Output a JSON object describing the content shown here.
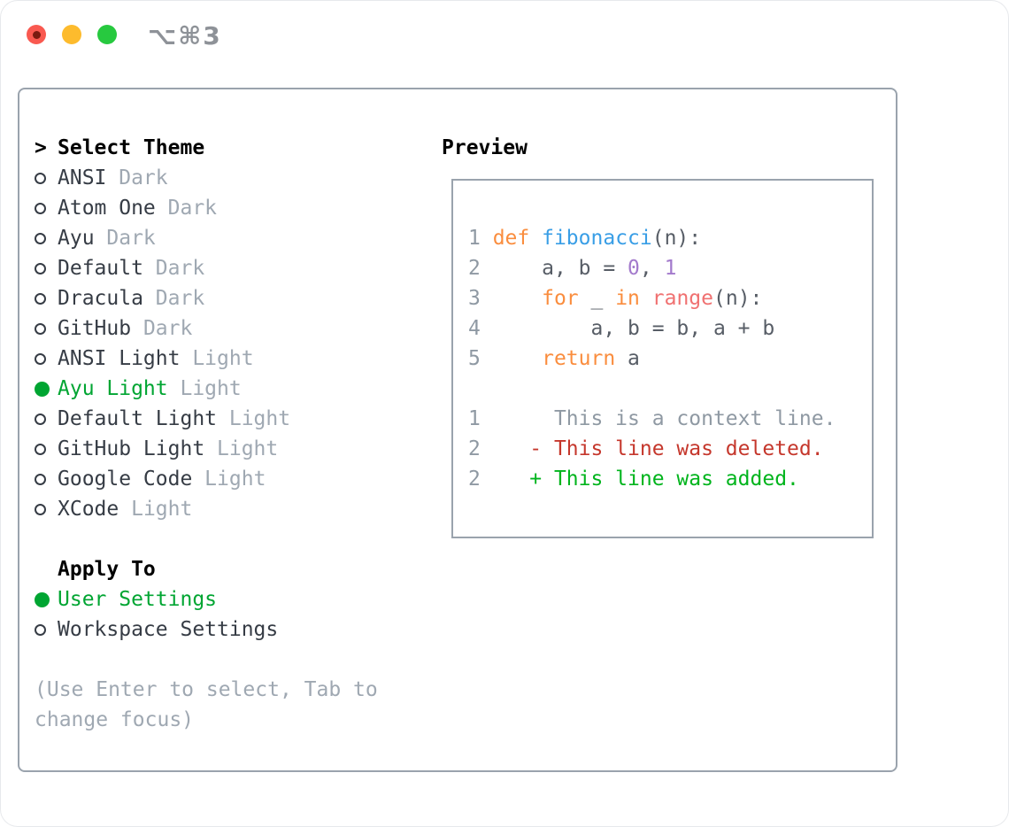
{
  "titlebar": {
    "title": "⌥⌘3",
    "buttons": [
      "close",
      "minimize",
      "zoom"
    ]
  },
  "theme_section": {
    "marker": ">",
    "header": "Select Theme",
    "items": [
      {
        "label": "ANSI",
        "variant": "Dark",
        "selected": false
      },
      {
        "label": "Atom One",
        "variant": "Dark",
        "selected": false
      },
      {
        "label": "Ayu",
        "variant": "Dark",
        "selected": false
      },
      {
        "label": "Default",
        "variant": "Dark",
        "selected": false
      },
      {
        "label": "Dracula",
        "variant": "Dark",
        "selected": false
      },
      {
        "label": "GitHub",
        "variant": "Dark",
        "selected": false
      },
      {
        "label": "ANSI Light",
        "variant": "Light",
        "selected": false
      },
      {
        "label": "Ayu Light",
        "variant": "Light",
        "selected": true
      },
      {
        "label": "Default Light",
        "variant": "Light",
        "selected": false
      },
      {
        "label": "GitHub Light",
        "variant": "Light",
        "selected": false
      },
      {
        "label": "Google Code",
        "variant": "Light",
        "selected": false
      },
      {
        "label": "XCode",
        "variant": "Light",
        "selected": false
      }
    ]
  },
  "apply_section": {
    "header": "Apply To",
    "items": [
      {
        "label": "User Settings",
        "selected": true
      },
      {
        "label": "Workspace Settings",
        "selected": false
      }
    ]
  },
  "hint": {
    "line1": "(Use Enter to select, Tab to",
    "line2": "change focus)"
  },
  "preview": {
    "header": "Preview",
    "code_lines": [
      [
        {
          "t": "1 ",
          "c": "num"
        },
        {
          "t": "def",
          "c": "kw"
        },
        {
          "t": " ",
          "c": "code"
        },
        {
          "t": "fibonacci",
          "c": "fn"
        },
        {
          "t": "(n):",
          "c": "code"
        }
      ],
      [
        {
          "t": "2",
          "c": "num"
        },
        {
          "t": "     a, b = ",
          "c": "code"
        },
        {
          "t": "0",
          "c": "const"
        },
        {
          "t": ", ",
          "c": "code"
        },
        {
          "t": "1",
          "c": "const"
        }
      ],
      [
        {
          "t": "3",
          "c": "num"
        },
        {
          "t": "     ",
          "c": "code"
        },
        {
          "t": "for",
          "c": "kw"
        },
        {
          "t": " _ ",
          "c": "code"
        },
        {
          "t": "in",
          "c": "kw"
        },
        {
          "t": " ",
          "c": "code"
        },
        {
          "t": "range",
          "c": "special"
        },
        {
          "t": "(n):",
          "c": "code"
        }
      ],
      [
        {
          "t": "4",
          "c": "num"
        },
        {
          "t": "         a, b = b, a + b",
          "c": "code"
        }
      ],
      [
        {
          "t": "5",
          "c": "num"
        },
        {
          "t": "     ",
          "c": "code"
        },
        {
          "t": "return",
          "c": "kw"
        },
        {
          "t": " a",
          "c": "code"
        }
      ],
      [],
      [
        {
          "t": "1",
          "c": "num"
        },
        {
          "t": "      This is a context line.",
          "c": "ctx"
        }
      ],
      [
        {
          "t": "2",
          "c": "num"
        },
        {
          "t": "    ",
          "c": "code"
        },
        {
          "t": "- This line was deleted.",
          "c": "del"
        }
      ],
      [
        {
          "t": "2",
          "c": "num"
        },
        {
          "t": "    ",
          "c": "code"
        },
        {
          "t": "+ This line was added.",
          "c": "add"
        }
      ]
    ]
  },
  "colors": {
    "heading": "#000000",
    "label": "#363C45",
    "variant": "#9FA8B2",
    "hint": "#9FA8B2",
    "border": "#9AA3AD",
    "selected": "#00A532",
    "num": "#8F99A3",
    "code": "#575D66",
    "kw": "#FA8D3E",
    "fn": "#399EE6",
    "const": "#A37ACC",
    "special": "#F07171",
    "ctx": "#8F99A3",
    "del": "#C5372C",
    "add": "#00B41C",
    "traffic_red": "#F95950",
    "traffic_red_dot": "#7A1B10",
    "traffic_yellow": "#FDBB2D",
    "traffic_green": "#27C93F",
    "title": "#8E9298"
  }
}
